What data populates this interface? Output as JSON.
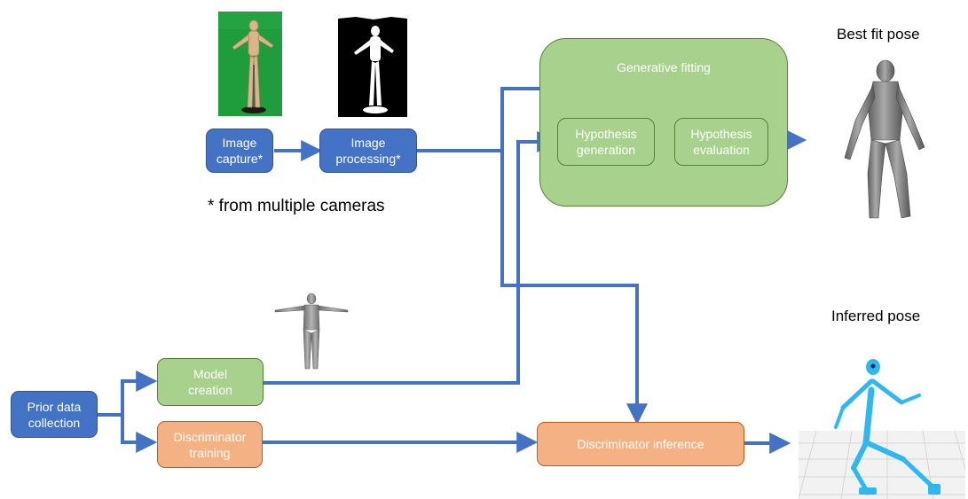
{
  "nodes": {
    "image_capture": "Image\ncapture*",
    "image_processing": "Image\nprocessing*",
    "generative_fitting": "Generative fitting",
    "hypothesis_generation": "Hypothesis\ngeneration",
    "hypothesis_evaluation": "Hypothesis\nevaluation",
    "prior_data_collection": "Prior data\ncollection",
    "model_creation": "Model\ncreation",
    "discriminator_training": "Discriminator\ntraining",
    "discriminator_inference": "Discriminator inference"
  },
  "labels": {
    "best_fit_pose": "Best fit pose",
    "inferred_pose": "Inferred pose",
    "cameras_note": "* from multiple cameras"
  },
  "colors": {
    "arrow": "#4472c4",
    "blue_box": "#4472c4",
    "green_box": "#a9d18e",
    "orange_box": "#f4b183",
    "mannequin_background": "#1e9a3c",
    "mesh_gray": "#8c8c8c",
    "skeleton_cyan": "#2fb8f0"
  },
  "icons": [
    "mannequin-photo-icon",
    "silhouette-mask-icon",
    "body-mesh-t-pose-icon",
    "best-fit-body-mesh-icon",
    "skeleton-pose-icon"
  ]
}
